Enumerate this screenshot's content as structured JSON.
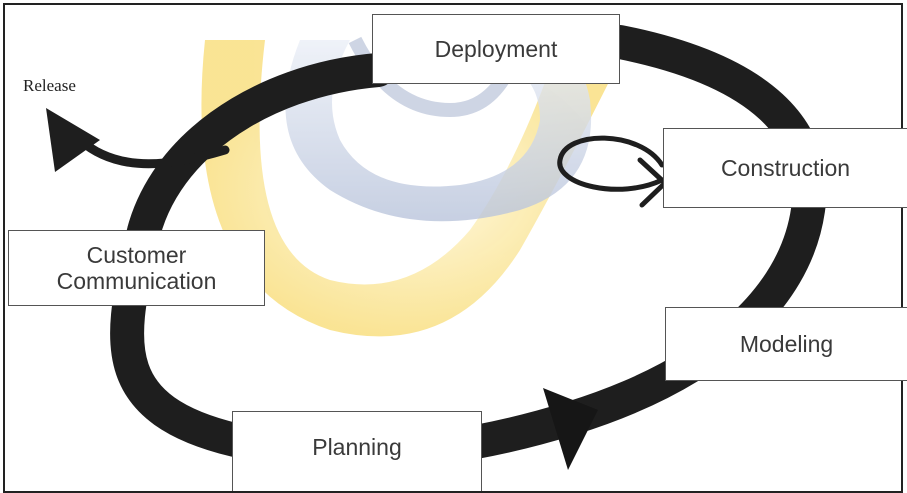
{
  "diagram": {
    "stages": {
      "deployment": "Deployment",
      "construction": "Construction",
      "customer_communication_line1": "Customer",
      "customer_communication_line2": "Communication",
      "modeling": "Modeling",
      "planning": "Planning"
    },
    "release_label": "Release",
    "colors": {
      "cycle_arrow": "#1e1e1e",
      "box_border": "#555555",
      "text": "#3a3a3a",
      "watermark_blue": "#2f5fb0",
      "watermark_gold": "#f3c51b"
    }
  }
}
